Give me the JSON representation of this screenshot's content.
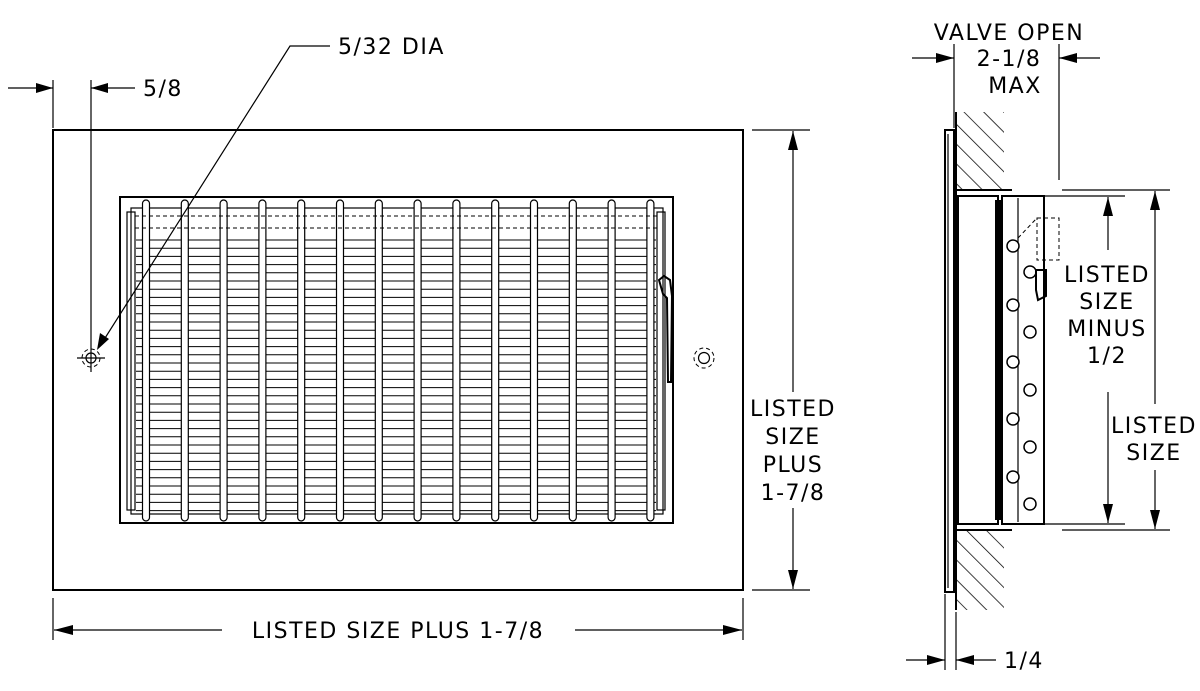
{
  "front_view": {
    "hole_dim": "5/32 DIA",
    "edge_offset": "5/8",
    "height_label": [
      "LISTED",
      "SIZE",
      "PLUS",
      "1-7/8"
    ],
    "width_label": "LISTED SIZE PLUS 1-7/8"
  },
  "side_view": {
    "valve_label": [
      "VALVE OPEN",
      "2-1/8",
      "MAX"
    ],
    "minus_label": [
      "LISTED",
      "SIZE",
      "MINUS",
      "1/2"
    ],
    "listed_label": [
      "LISTED",
      "SIZE"
    ],
    "thickness": "1/4"
  }
}
